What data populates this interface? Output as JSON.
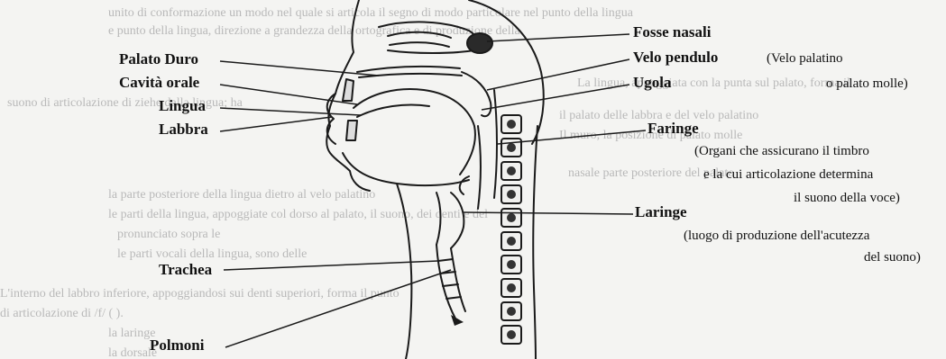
{
  "background_text": [
    "unito di conformazione un modo nel quale si articola il segno di modo particolare nel punto della lingua",
    "e punto della lingua, direzione a grandezza della ortografica e di produzione della",
    "La lingua, appoggiata con la punta sul palato, forma il",
    "suono di articolazione di ziehe dalla lingua; ha",
    "il palato delle labbra e del velo palatino",
    "Il muro, la posizione di palato molle",
    "nasale parte posteriore del palato",
    "la parte posteriore della lingua dietro al velo palatino",
    "le parti della lingua, appoggiate col dorso al palato, il suono, dei denti e del",
    "pronunciato sopra le",
    "le parti vocali della lingua, sono delle",
    "L'interno del labbro inferiore, appoggiandosi sui denti superiori, forma il punto",
    "di articolazione di /f/ ( ).",
    "la laringe",
    "la dorsale"
  ],
  "labels": {
    "fosse_nasali": "Fosse nasali",
    "velo_pendulo": "Velo pendulo",
    "velo_note_1": "(Velo palatino",
    "velo_note_2": "o palato molle)",
    "ugola": "Ugola",
    "palato_duro": "Palato Duro",
    "cavita_orale": "Cavità orale",
    "lingua": "Lingua",
    "labbra": "Labbra",
    "faringe": "Faringe",
    "faringe_note_1": "(Organi che assicurano il timbro",
    "faringe_note_2": "e la cui articolazione determina",
    "faringe_note_3": "il suono della voce)",
    "laringe": "Laringe",
    "laringe_note_1": "(luogo di produzione dell'acutezza",
    "laringe_note_2": "del suono)",
    "trachea": "Trachea",
    "polmoni": "Polmoni"
  }
}
